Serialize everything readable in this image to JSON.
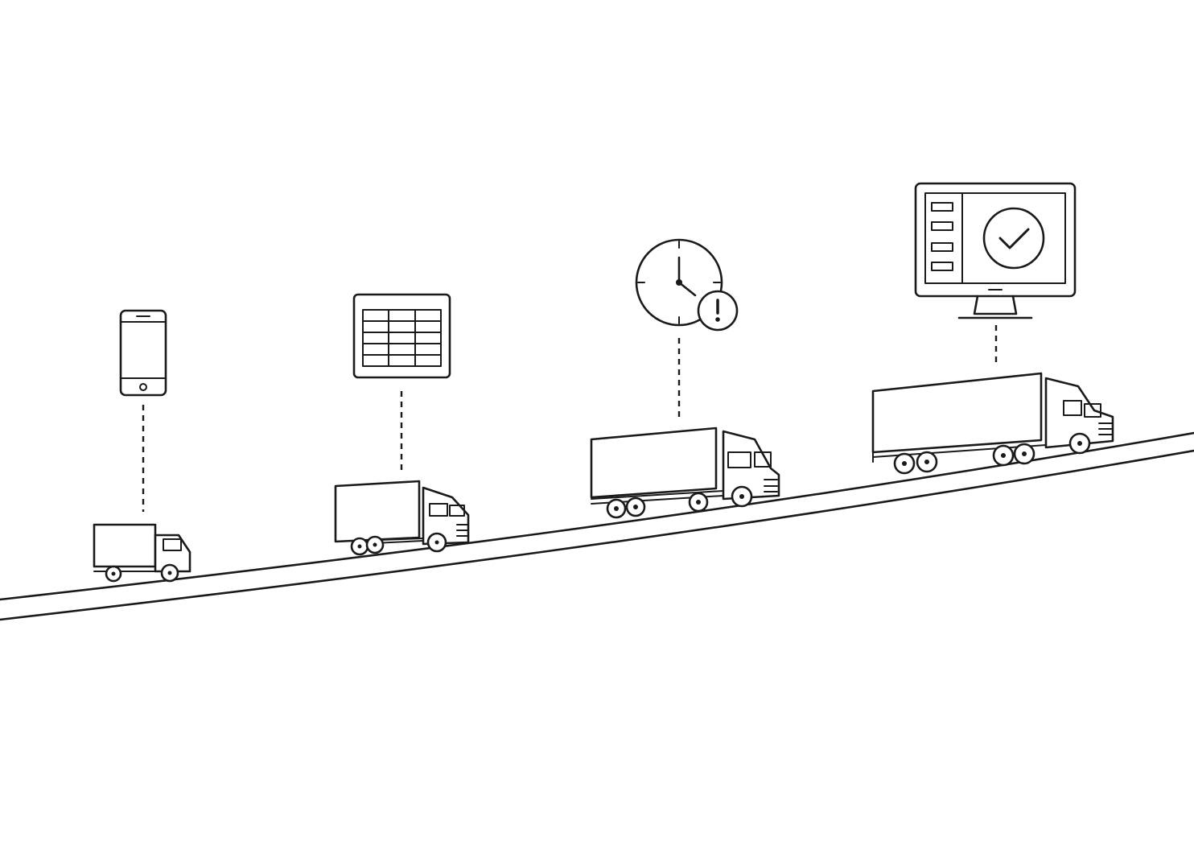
{
  "colors": {
    "background": "#ffffff",
    "line": "#1a1a1a"
  },
  "stages": [
    {
      "icon": "smartphone-icon",
      "vehicle": "small-box-truck"
    },
    {
      "icon": "spreadsheet-grid-icon",
      "vehicle": "medium-box-truck"
    },
    {
      "icon": "clock-alert-icon",
      "vehicle": "large-box-truck"
    },
    {
      "icon": "monitor-checkmark-icon",
      "vehicle": "tractor-trailer"
    }
  ]
}
